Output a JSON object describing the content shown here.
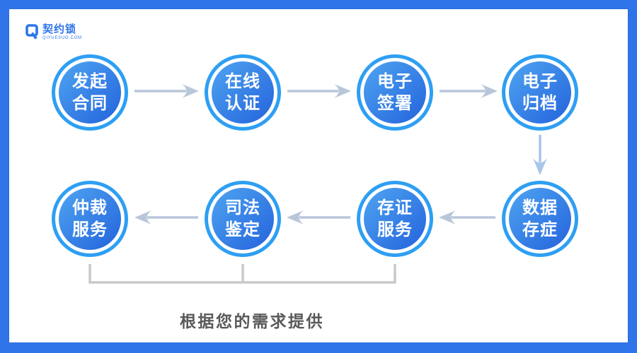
{
  "brand": {
    "logo_text": "契约锁",
    "logo_domain": "QIYUESUO.COM"
  },
  "nodes": [
    {
      "id": "initiate-contract",
      "line1": "发起",
      "line2": "合同"
    },
    {
      "id": "online-auth",
      "line1": "在线",
      "line2": "认证"
    },
    {
      "id": "e-sign",
      "line1": "电子",
      "line2": "签署"
    },
    {
      "id": "e-archive",
      "line1": "电子",
      "line2": "归档"
    },
    {
      "id": "data-evidence",
      "line1": "数据",
      "line2": "存症"
    },
    {
      "id": "evidence-service",
      "line1": "存证",
      "line2": "服务"
    },
    {
      "id": "judicial-appraisal",
      "line1": "司法",
      "line2": "鉴定"
    },
    {
      "id": "arbitration-service",
      "line1": "仲裁",
      "line2": "服务"
    }
  ],
  "caption": "根据您的需求提供",
  "colors": {
    "frame_blue": "#2F74E8",
    "logo_blue": "#2E75E8",
    "ring_blue": "#2E9FF3",
    "node_gradient_start": "#4EA4F1",
    "node_gradient_end": "#2463DC",
    "arrow_gray_blue": "#B9C6DA",
    "arrow_blue": "#A8C5EA",
    "bracket_gray": "#C9C9C9",
    "caption_gray": "#595959"
  }
}
